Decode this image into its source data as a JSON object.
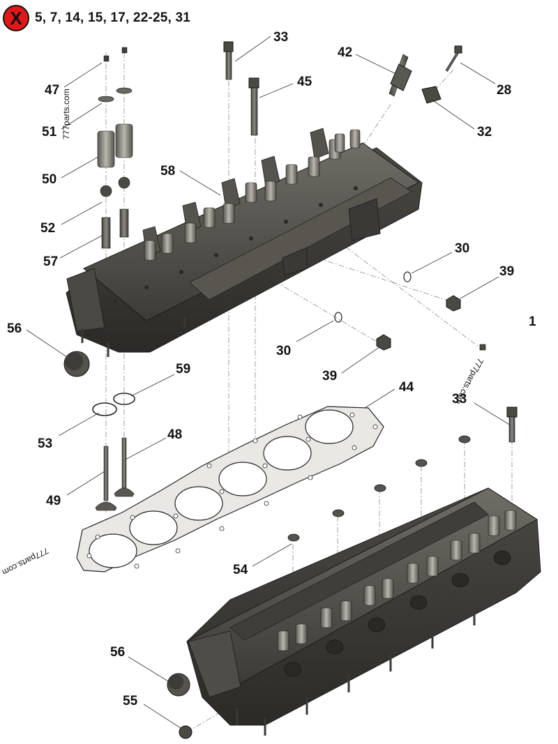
{
  "header": {
    "badge_icon": "x-circle-icon",
    "badge_color": "#e21818",
    "badge_glyph": "X",
    "excluded_items": "5, 7, 14, 15, 17, 22-25, 31"
  },
  "watermark": "777parts.com",
  "callouts": [
    "33",
    "42",
    "28",
    "47",
    "45",
    "32",
    "51",
    "58",
    "50",
    "52",
    "30",
    "57",
    "39",
    "56",
    "1",
    "30",
    "39",
    "59",
    "44",
    "53",
    "33",
    "48",
    "49",
    "54",
    "56",
    "55"
  ]
}
